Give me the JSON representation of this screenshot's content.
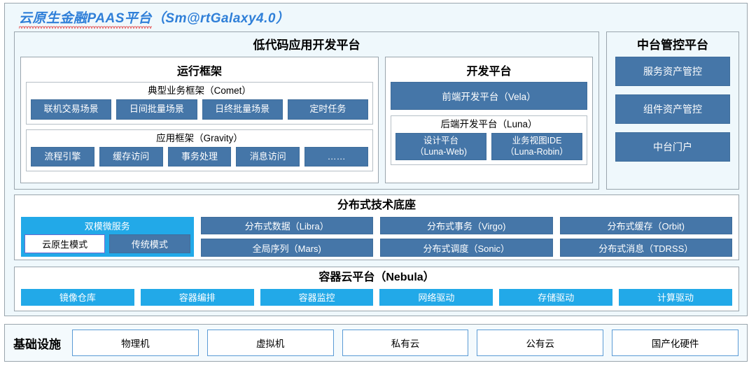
{
  "title": {
    "cn": "云原生金融PAAS平台",
    "en": "（Sm@rtGalaxy4.0）",
    "color": "#2f7fd8",
    "underline_color": "#e02020"
  },
  "colors": {
    "dark_blue": "#4576a8",
    "cyan": "#22a9e8",
    "panel_tint": "#eff8fc",
    "border_gray": "#9aa5ad",
    "infra_border": "#5b9bd5"
  },
  "lowcode": {
    "heading": "低代码应用开发平台",
    "runtime": {
      "heading": "运行框架",
      "groups": [
        {
          "title": "典型业务框架（Comet）",
          "items": [
            "联机交易场景",
            "日间批量场景",
            "日终批量场景",
            "定时任务"
          ]
        },
        {
          "title": "应用框架（Gravity）",
          "items": [
            "流程引擎",
            "缓存访问",
            "事务处理",
            "消息访问",
            "……"
          ]
        }
      ]
    },
    "dev": {
      "heading": "开发平台",
      "frontend": "前端开发平台（Vela）",
      "backend": {
        "title": "后端开发平台（Luna）",
        "items": [
          {
            "line1": "设计平台",
            "line2": "（Luna-Web)"
          },
          {
            "line1": "业务视图IDE",
            "line2": "（Luna-Robin）"
          }
        ]
      }
    }
  },
  "zhongtai": {
    "heading": "中台管控平台",
    "items": [
      "服务资产管控",
      "组件资产管控",
      "中台门户"
    ]
  },
  "distributed": {
    "heading": "分布式技术底座",
    "dual_mode": {
      "title": "双模微服务",
      "cloud_native": "云原生模式",
      "legacy": "传统模式"
    },
    "columns": [
      [
        "分布式数据（Libra）",
        "全局序列（Mars)"
      ],
      [
        "分布式事务（Virgo)",
        "分布式调度（Sonic）"
      ],
      [
        "分布式缓存（Orbit)",
        "分布式消息（TDRSS）"
      ]
    ]
  },
  "container": {
    "heading": "容器云平台（Nebula）",
    "items": [
      "镜像仓库",
      "容器编排",
      "容器监控",
      "网络驱动",
      "存储驱动",
      "计算驱动"
    ]
  },
  "infrastructure": {
    "label": "基础设施",
    "items": [
      "物理机",
      "虚拟机",
      "私有云",
      "公有云",
      "国产化硬件"
    ]
  }
}
